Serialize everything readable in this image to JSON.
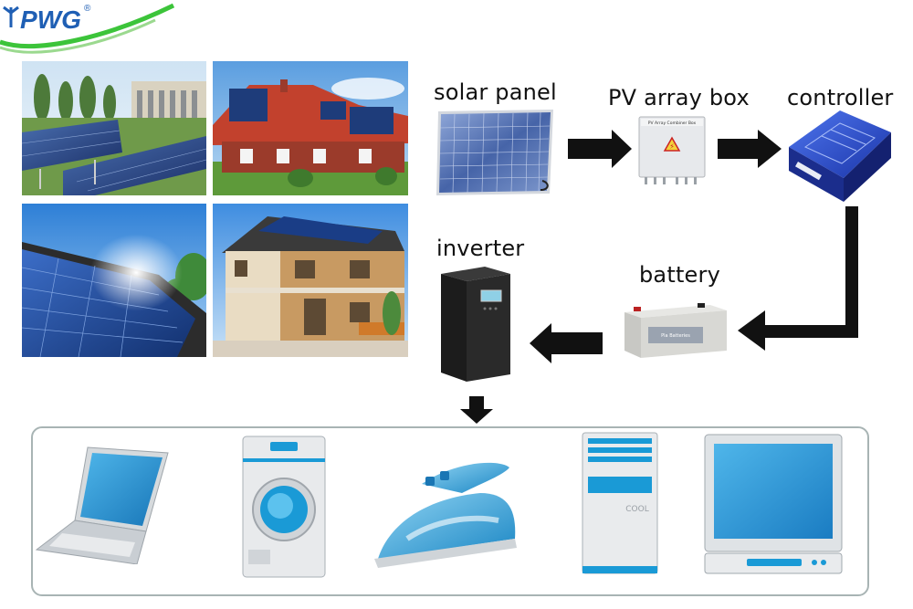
{
  "brand": {
    "logo_text": "PWG",
    "registered_mark": "®"
  },
  "components": {
    "solar_panel": "solar panel",
    "pv_array_box": "PV array box",
    "controller": "controller",
    "battery": "battery",
    "inverter": "inverter"
  },
  "device_text": {
    "pv_box_plate": "PV Array Combiner Box",
    "battery_plate": "Pla Batteries",
    "ac_unit_mode": "COOL"
  },
  "colors": {
    "logo_blue": "#1f5fb4",
    "logo_green": "#3cc43a",
    "arrow": "#111111",
    "appliance_blue": "#1a9ad6",
    "controller_blue": "#2348c9"
  },
  "icons": {
    "arrow": "arrow-icon",
    "laptop": "laptop-icon",
    "washing_machine": "washing-machine-icon",
    "iron": "iron-icon",
    "air_conditioner": "air-conditioner-icon",
    "tv": "tv-icon"
  }
}
